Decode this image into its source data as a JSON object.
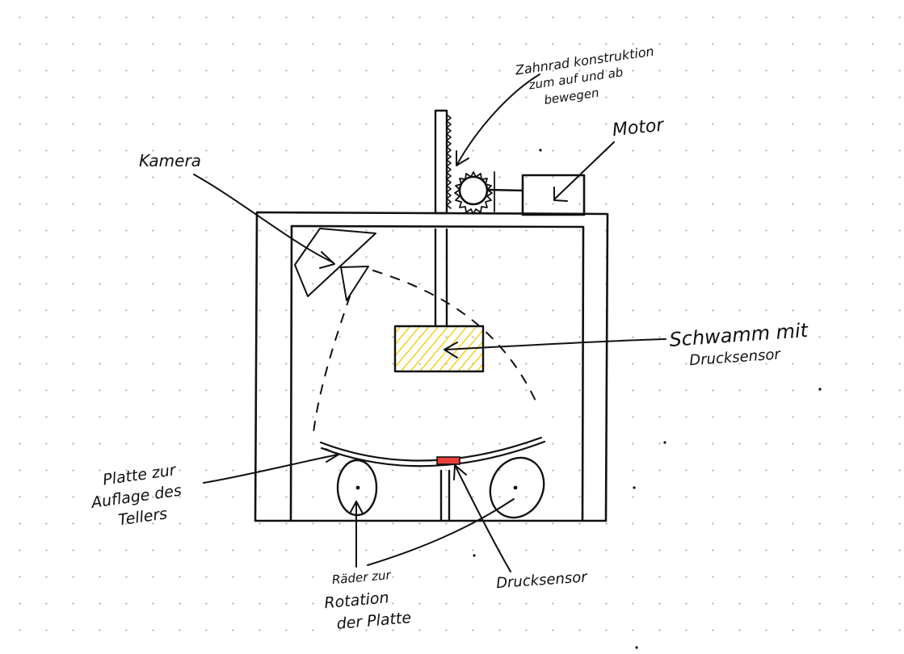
{
  "labels": {
    "zahnrad_line1": "Zahnrad konstruktion",
    "zahnrad_line2": "zum auf und ab",
    "zahnrad_line3": "bewegen",
    "motor": "Motor",
    "kamera": "Kamera",
    "schwamm_line1": "Schwamm mit",
    "schwamm_line2": "Drucksensor",
    "platte_line1": "Platte zur",
    "platte_line2": "Auflage des",
    "platte_line3": "Tellers",
    "raeder_line1": "Räder zur",
    "raeder_line2": "Rotation",
    "raeder_line3": "der Platte",
    "drucksensor": "Drucksensor"
  },
  "colors": {
    "ink": "#111111",
    "sponge_hatch": "#f2d21b",
    "sensor": "#e8413a",
    "dot_grid": "#b9b9b9"
  }
}
